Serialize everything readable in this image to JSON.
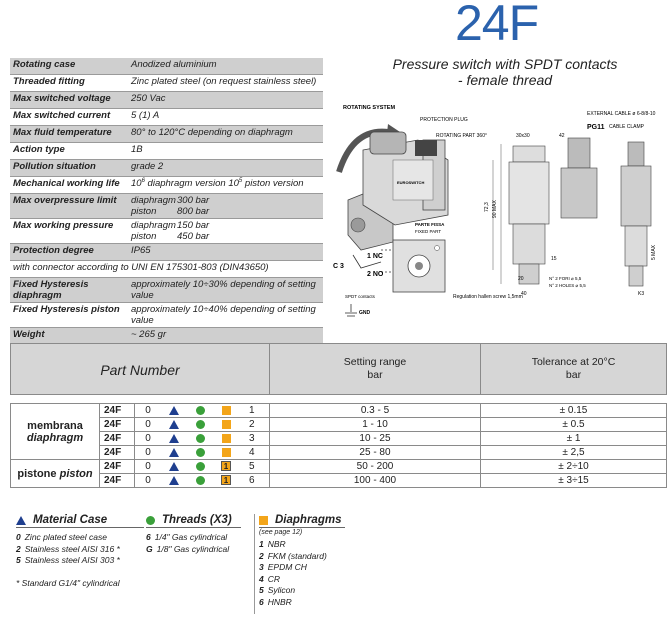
{
  "header": {
    "title": "24F",
    "subtitle_line1": "Pressure switch with SPDT contacts",
    "subtitle_line2": "- female thread"
  },
  "specs": {
    "rotating_case": {
      "label": "Rotating case",
      "value": "Anodized aluminium"
    },
    "threaded_fitting": {
      "label": "Threaded fitting",
      "value": "Zinc plated steel (on request stainless steel)"
    },
    "max_switched_voltage": {
      "label": "Max switched voltage",
      "value": "250 Vac"
    },
    "max_switched_current": {
      "label": "Max switched current",
      "value": "5 (1) A"
    },
    "max_fluid_temperature": {
      "label": "Max fluid temperature",
      "value": "80° to 120°C depending on diaphragm"
    },
    "action_type": {
      "label": "Action type",
      "value": "1B"
    },
    "pollution_situation": {
      "label": "Pollution situation",
      "value": "grade 2"
    },
    "mechanical_working_life": {
      "label": "Mechanical working life",
      "value_a": "10",
      "exp_a": "6",
      "value_b": " diaphragm version  10",
      "exp_b": "5",
      "value_c": " piston version"
    },
    "max_overpressure_limit": {
      "label": "Max overpressure limit",
      "l1": "diaphragm",
      "v1": "300 bar",
      "l2": "piston",
      "v2": "800 bar"
    },
    "max_working_pressure": {
      "label": "Max working pressure",
      "l1": "diaphragm",
      "v1": "150 bar",
      "l2": "piston",
      "v2": "450 bar"
    },
    "protection_degree": {
      "label": "Protection degree",
      "value": "IP65"
    },
    "connector_note": "with connector according to UNI EN 175301-803 (DIN43650)",
    "fixed_hysteresis_diaphragm": {
      "label": "Fixed Hysteresis diaphragm",
      "value": "approximately 10÷30% depending of setting value"
    },
    "fixed_hysteresis_piston": {
      "label": "Fixed Hysteresis piston",
      "value": "approximately 10÷40% depending of setting value"
    },
    "weight": {
      "label": "Weight",
      "value": "~ 265 gr"
    }
  },
  "drawing": {
    "rotating_system": "ROTATING SYSTEM",
    "protection_plug": "PROTECTION PLUG",
    "rotating_part": "ROTATING PART 360°",
    "dim_30x30": "30x30",
    "dim_42": "42",
    "external_cable": "EXTERNAL CABLE ø 6-8/8-10",
    "pg11": "PG11",
    "cable_clamp": "CABLE CLAMP",
    "brand": "EUROSWITCH",
    "nc": "1 NC",
    "no": "2 NO",
    "c3": "C 3",
    "spdt_contacts": "SPDT contacts",
    "gnd": "GND",
    "parte_fissa": "PARTE FISSA",
    "fixed_part": "FIXED PART",
    "dim_90max": "90 MAX",
    "dim_72": "72,3",
    "dim_15": "15",
    "dim_20": "20",
    "dim_40": "40",
    "fori": "N° 2 FORI ⌀ 5,5",
    "holes": "N° 2 HOLES ⌀ 5,5",
    "regulation": "Regulation hallen screw 1,5mm",
    "dim_5max": "5 MAX",
    "dim_k3": "K3"
  },
  "part_table": {
    "header_title": "Part Number",
    "col_setting": "Setting range",
    "col_setting_unit": "bar",
    "col_tolerance": "Tolerance at 20°C",
    "col_tolerance_unit": "bar",
    "group_membrana": "membrana",
    "group_diaphragm": "diaphragm",
    "group_pistone": "pistone",
    "group_piston": "piston",
    "rows": [
      {
        "code": "24F",
        "zero": "0",
        "one": "",
        "num": "1",
        "range": "0.3 - 5",
        "tol": "± 0.15"
      },
      {
        "code": "24F",
        "zero": "0",
        "one": "",
        "num": "2",
        "range": "1 - 10",
        "tol": "± 0.5"
      },
      {
        "code": "24F",
        "zero": "0",
        "one": "",
        "num": "3",
        "range": "10 - 25",
        "tol": "± 1"
      },
      {
        "code": "24F",
        "zero": "0",
        "one": "",
        "num": "4",
        "range": "25 - 80",
        "tol": "± 2,5"
      },
      {
        "code": "24F",
        "zero": "0",
        "one": "1",
        "num": "5",
        "range": "50 - 200",
        "tol": "± 2÷10"
      },
      {
        "code": "24F",
        "zero": "0",
        "one": "1",
        "num": "6",
        "range": "100 - 400",
        "tol": "± 3÷15"
      }
    ]
  },
  "legend": {
    "material": {
      "title": "Material Case",
      "items": [
        {
          "n": "0",
          "t": "Zinc plated steel case"
        },
        {
          "n": "2",
          "t": "Stainless steel AISI 316 *"
        },
        {
          "n": "5",
          "t": "Stainless steel AISI 303 *"
        }
      ],
      "note": "* Standard G1/4\" cylindrical"
    },
    "threads": {
      "title": "Threads (X3)",
      "items": [
        {
          "n": "6",
          "t": "1/4\" Gas cylindrical"
        },
        {
          "n": "G",
          "t": "1/8\" Gas cylindrical"
        }
      ]
    },
    "diaphragms": {
      "title": "Diaphragms",
      "sub": "(see page 12)",
      "items": [
        {
          "n": "1",
          "t": "NBR"
        },
        {
          "n": "2",
          "t": "FKM (standard)"
        },
        {
          "n": "3",
          "t": "EPDM CH"
        },
        {
          "n": "4",
          "t": "CR"
        },
        {
          "n": "5",
          "t": "Sylicon"
        },
        {
          "n": "6",
          "t": "HNBR"
        }
      ]
    }
  },
  "colors": {
    "title_blue": "#2b62ad",
    "triangle": "#1f3f8f",
    "circle": "#3aa03a",
    "square": "#f3a51a",
    "grey_row": "#cfcfcf"
  }
}
